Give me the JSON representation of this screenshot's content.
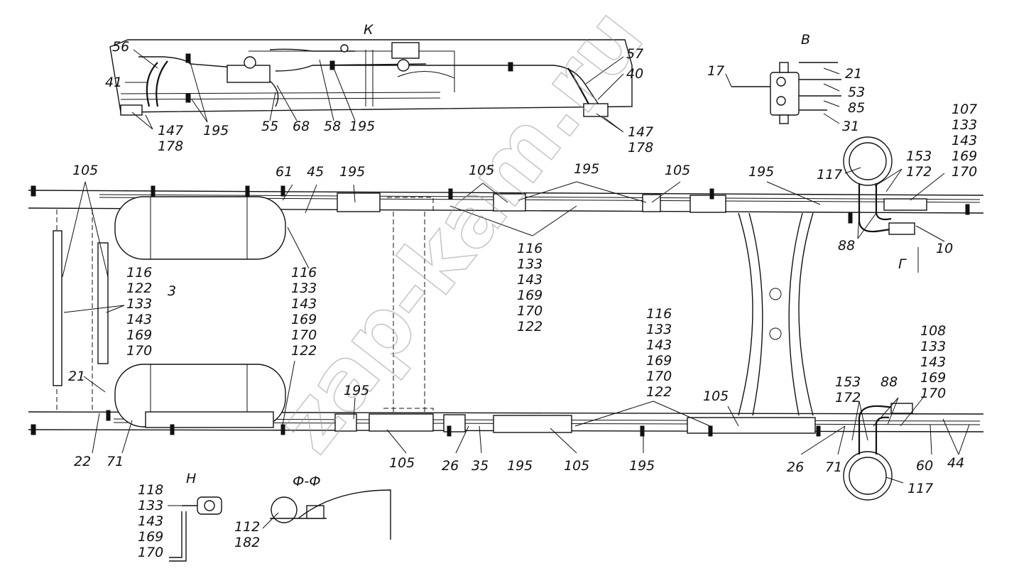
{
  "watermark": "zap-kam.ru",
  "views": {
    "K": "К",
    "V": "В",
    "G": "Г",
    "N": "Н",
    "FF": "Ф-Ф"
  },
  "labels": [
    {
      "id": "top-56",
      "text": "56"
    },
    {
      "id": "top-41",
      "text": "41"
    },
    {
      "id": "top-147-left",
      "text": "147"
    },
    {
      "id": "top-178-left",
      "text": "178"
    },
    {
      "id": "top-195-a",
      "text": "195"
    },
    {
      "id": "top-55",
      "text": "55"
    },
    {
      "id": "top-68",
      "text": "68"
    },
    {
      "id": "top-58",
      "text": "58"
    },
    {
      "id": "top-195-b",
      "text": "195"
    },
    {
      "id": "top-57",
      "text": "57"
    },
    {
      "id": "top-40",
      "text": "40"
    },
    {
      "id": "top-147-right",
      "text": "147"
    },
    {
      "id": "top-178-right",
      "text": "178"
    },
    {
      "id": "v-17",
      "text": "17"
    },
    {
      "id": "v-21",
      "text": "21"
    },
    {
      "id": "v-53",
      "text": "53"
    },
    {
      "id": "v-85",
      "text": "85"
    },
    {
      "id": "v-31",
      "text": "31"
    },
    {
      "id": "r-107",
      "text": "107"
    },
    {
      "id": "r-133",
      "text": "133"
    },
    {
      "id": "r-143",
      "text": "143"
    },
    {
      "id": "r-169",
      "text": "169"
    },
    {
      "id": "r-170",
      "text": "170"
    },
    {
      "id": "r-153",
      "text": "153"
    },
    {
      "id": "r-172",
      "text": "172"
    },
    {
      "id": "r-117-top",
      "text": "117"
    },
    {
      "id": "r-88-top",
      "text": "88"
    },
    {
      "id": "r-10",
      "text": "10"
    },
    {
      "id": "m-105-a",
      "text": "105"
    },
    {
      "id": "m-61",
      "text": "61"
    },
    {
      "id": "m-45",
      "text": "45"
    },
    {
      "id": "m-195-a",
      "text": "195"
    },
    {
      "id": "m-105-b",
      "text": "105"
    },
    {
      "id": "m-195-b",
      "text": "195"
    },
    {
      "id": "m-105-c",
      "text": "105"
    },
    {
      "id": "m-195-c",
      "text": "195"
    },
    {
      "id": "stack-left-1",
      "text": "116"
    },
    {
      "id": "stack-left-2",
      "text": "122"
    },
    {
      "id": "stack-left-3",
      "text": "133"
    },
    {
      "id": "stack-left-4",
      "text": "143"
    },
    {
      "id": "stack-left-5",
      "text": "169"
    },
    {
      "id": "stack-left-6",
      "text": "170"
    },
    {
      "id": "m-3",
      "text": "3"
    },
    {
      "id": "stack-b-1",
      "text": "116"
    },
    {
      "id": "stack-b-2",
      "text": "133"
    },
    {
      "id": "stack-b-3",
      "text": "143"
    },
    {
      "id": "stack-b-4",
      "text": "169"
    },
    {
      "id": "stack-b-5",
      "text": "170"
    },
    {
      "id": "stack-b-6",
      "text": "122"
    },
    {
      "id": "stack-c-1",
      "text": "116"
    },
    {
      "id": "stack-c-2",
      "text": "133"
    },
    {
      "id": "stack-c-3",
      "text": "143"
    },
    {
      "id": "stack-c-4",
      "text": "169"
    },
    {
      "id": "stack-c-5",
      "text": "170"
    },
    {
      "id": "stack-c-6",
      "text": "122"
    },
    {
      "id": "stack-d-1",
      "text": "116"
    },
    {
      "id": "stack-d-2",
      "text": "133"
    },
    {
      "id": "stack-d-3",
      "text": "143"
    },
    {
      "id": "stack-d-4",
      "text": "169"
    },
    {
      "id": "stack-d-5",
      "text": "170"
    },
    {
      "id": "stack-d-6",
      "text": "122"
    },
    {
      "id": "stack-e-1",
      "text": "108"
    },
    {
      "id": "stack-e-2",
      "text": "133"
    },
    {
      "id": "stack-e-3",
      "text": "143"
    },
    {
      "id": "stack-e-4",
      "text": "169"
    },
    {
      "id": "stack-e-5",
      "text": "170"
    },
    {
      "id": "m-21",
      "text": "21"
    },
    {
      "id": "m-195-d",
      "text": "195"
    },
    {
      "id": "m-105-d",
      "text": "105"
    },
    {
      "id": "b-153",
      "text": "153"
    },
    {
      "id": "b-172",
      "text": "172"
    },
    {
      "id": "b-88",
      "text": "88"
    },
    {
      "id": "b-22",
      "text": "22"
    },
    {
      "id": "b-71-left",
      "text": "71"
    },
    {
      "id": "b-105-a",
      "text": "105"
    },
    {
      "id": "b-26-a",
      "text": "26"
    },
    {
      "id": "b-35",
      "text": "35"
    },
    {
      "id": "b-195-a",
      "text": "195"
    },
    {
      "id": "b-105-b",
      "text": "105"
    },
    {
      "id": "b-195-b",
      "text": "195"
    },
    {
      "id": "b-26-b",
      "text": "26"
    },
    {
      "id": "b-71-right",
      "text": "71"
    },
    {
      "id": "b-60",
      "text": "60"
    },
    {
      "id": "b-44",
      "text": "44"
    },
    {
      "id": "b-117",
      "text": "117"
    },
    {
      "id": "n-118",
      "text": "118"
    },
    {
      "id": "n-133",
      "text": "133"
    },
    {
      "id": "n-143",
      "text": "143"
    },
    {
      "id": "n-169",
      "text": "169"
    },
    {
      "id": "n-170",
      "text": "170"
    },
    {
      "id": "f-112",
      "text": "112"
    },
    {
      "id": "f-182",
      "text": "182"
    }
  ]
}
